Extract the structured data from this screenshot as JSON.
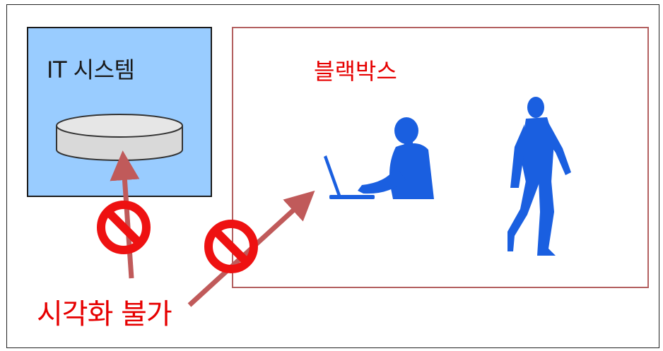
{
  "it_system": {
    "title": "IT 시스템"
  },
  "blackbox": {
    "title": "블랙박스"
  },
  "caption": "시각화 불가",
  "colors": {
    "it_fill": "#99ccff",
    "blackbox_border": "#b36060",
    "caption_red": "#e60000",
    "arrow": "#c05a5a",
    "person_blue": "#1a5fe0",
    "database_fill": "#d9d9d9"
  },
  "icons": [
    "database-icon",
    "prohibited-icon",
    "person-at-laptop-icon",
    "walking-person-icon",
    "arrow-icon"
  ]
}
